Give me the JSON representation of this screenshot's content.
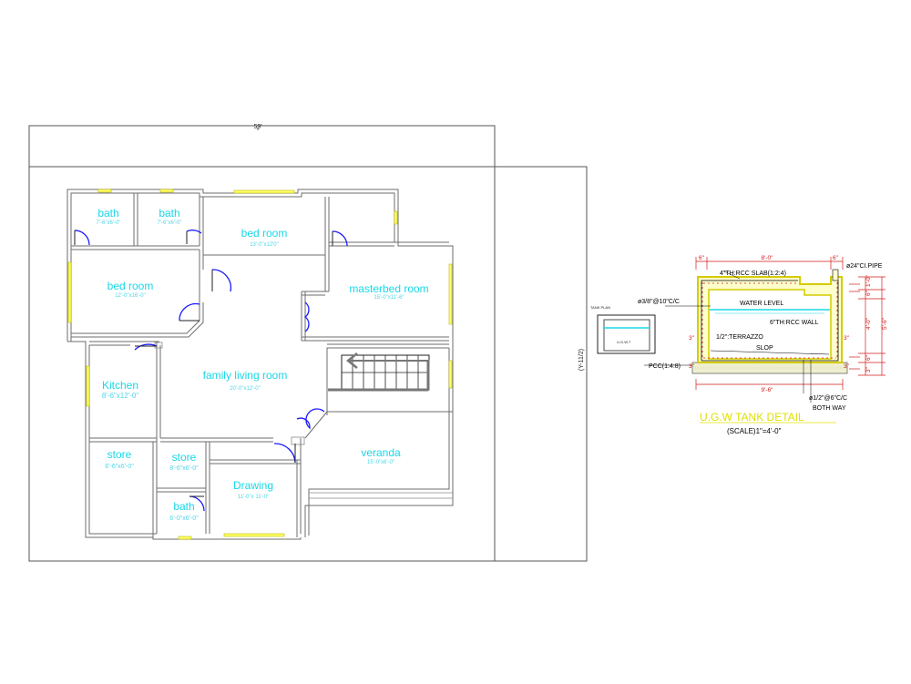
{
  "plan": {
    "overall_width_label": "59'",
    "overall_depth_label": "(Y-11/2)",
    "rooms": [
      {
        "id": "bath1",
        "name": "bath",
        "size": "7'-6\"x6'-0\""
      },
      {
        "id": "bath2",
        "name": "bath",
        "size": "7'-6\"x6'-0\""
      },
      {
        "id": "bed_top",
        "name": "bed room",
        "size": "13'-0\"x12'0\""
      },
      {
        "id": "bed_left",
        "name": "bed room",
        "size": "12'-0\"x16'-0\""
      },
      {
        "id": "master",
        "name": "masterbed room",
        "size": "15'-0\"x11'-6\""
      },
      {
        "id": "family",
        "name": "family living room",
        "size": "20'-0\"x12'-0\""
      },
      {
        "id": "kitchen",
        "name": "Kitchen",
        "size": "8'-6\"x12'-0\""
      },
      {
        "id": "store1",
        "name": "store",
        "size": "6'-6\"x6'-0\""
      },
      {
        "id": "store2",
        "name": "store",
        "size": "8'-6\"x6'-0\""
      },
      {
        "id": "drawing",
        "name": "Drawing",
        "size": "11'-0\"x 11'-0\""
      },
      {
        "id": "bath3",
        "name": "bath",
        "size": "6'-0\"x6'-0\""
      },
      {
        "id": "veranda",
        "name": "veranda",
        "size": "15'-0\"x6'-0\""
      }
    ]
  },
  "tank_small": {
    "label_top": "TANK PLAN",
    "label_inner": "U.G.W.T"
  },
  "tank_detail": {
    "title": "U.G.W TANK DETAIL",
    "scale": "(SCALE)1\"=4'-0\"",
    "labels": {
      "slab": "4\"TH:RCC SLAB(1:2:4)",
      "pipe": "ø24\"CI.PIPE",
      "rebar_top": "ø3/8\"@10\"C/C",
      "water_level": "WATER LEVEL",
      "wall": "6\"TH:RCC WALL",
      "terrazzo": "1/2\":TERRAZZO",
      "slop": "SLOP",
      "pcc": "PCC(1:4:8)",
      "rebar_bottom": "ø1/2\"@6\"C/C",
      "both_way": "BOTH WAY"
    },
    "dims": {
      "top_left": "6\"",
      "top_mid": "8'-0\"",
      "top_right": "6\"",
      "left_3a": "3\"",
      "right_3a": "3\"",
      "left_3b": "3\"",
      "right_3b": "3\"",
      "bottom": "9'-6\"",
      "r1": "1'-0\"",
      "r2": "6\"",
      "r3": "4'-0\"",
      "r4": "6\"",
      "r5": "5'-6\"",
      "r6": "3\""
    }
  },
  "colors": {
    "room_text": "#18d8e8",
    "window_fill": "#ffff66",
    "door_swing": "#1a1aff",
    "dimension_red": "#d41a1a",
    "title_yellow": "#e0e000"
  }
}
